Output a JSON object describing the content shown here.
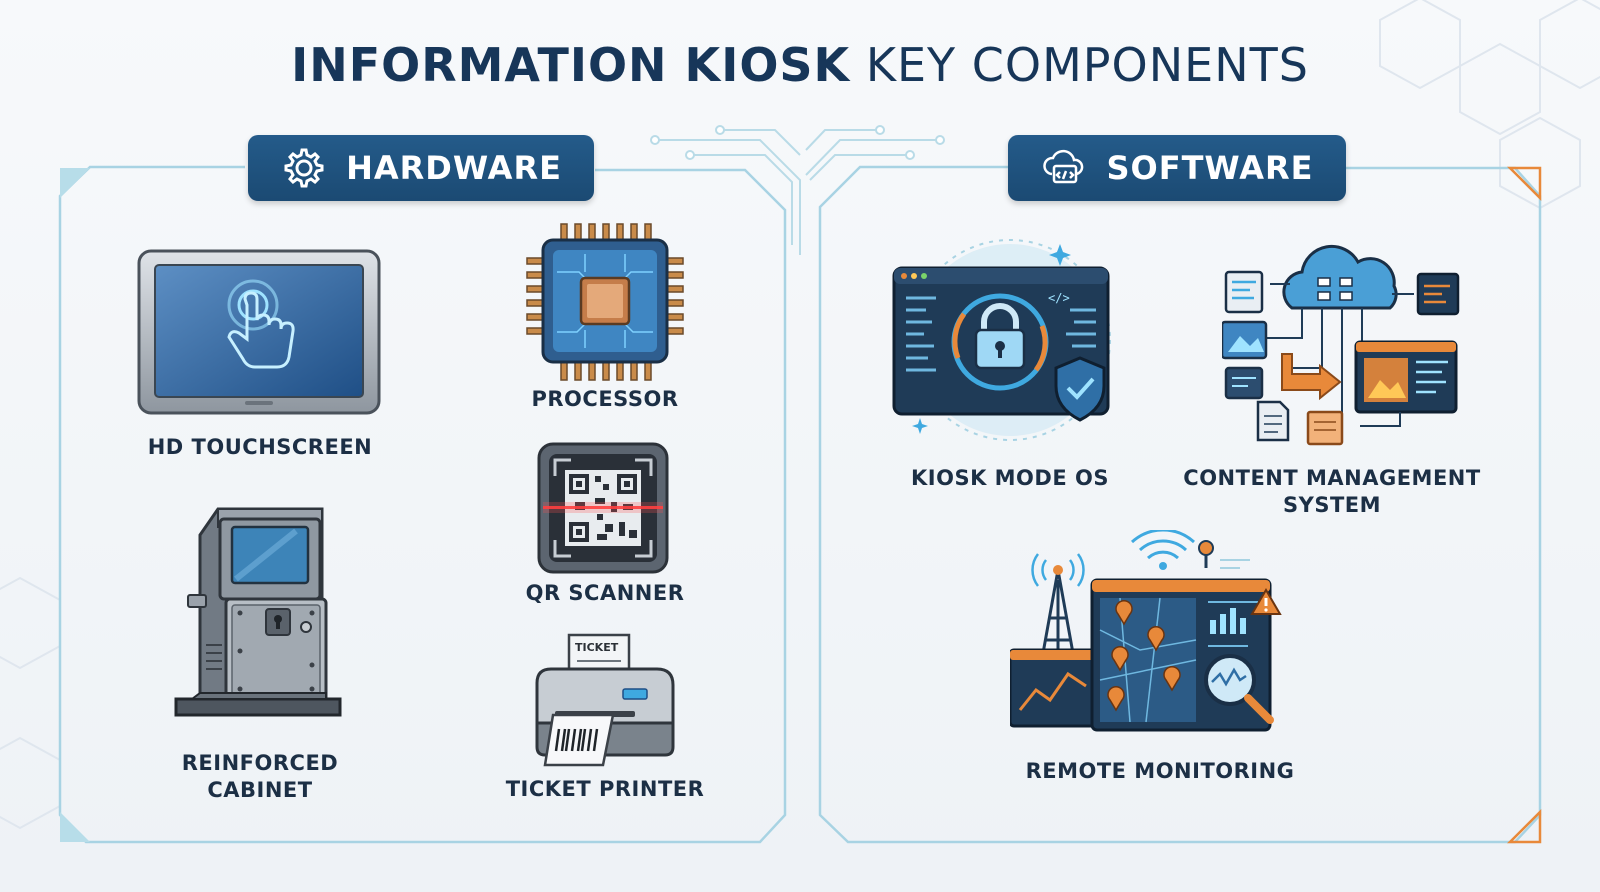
{
  "title": {
    "part1": "INFORMATION KIOSK",
    "part2": "KEY COMPONENTS"
  },
  "hardware": {
    "header": "HARDWARE",
    "items": [
      {
        "label": "HD TOUCHSCREEN"
      },
      {
        "label": "PROCESSOR"
      },
      {
        "label": "QR SCANNER"
      },
      {
        "label_line1": "REINFORCED",
        "label_line2": "CABINET"
      },
      {
        "label": "TICKET PRINTER",
        "ticket_text": "TICKET"
      }
    ]
  },
  "software": {
    "header": "SOFTWARE",
    "items": [
      {
        "label": "KIOSK MODE OS"
      },
      {
        "label_line1": "CONTENT MANAGEMENT",
        "label_line2": "SYSTEM"
      },
      {
        "label": "REMOTE MONITORING"
      }
    ]
  },
  "colors": {
    "navy": "#1b4a73",
    "accent_blue": "#3fa9e0",
    "accent_orange": "#e8893a",
    "frame_line": "#9fd0e2"
  },
  "icons": [
    "gear-icon",
    "cloud-code-icon"
  ]
}
